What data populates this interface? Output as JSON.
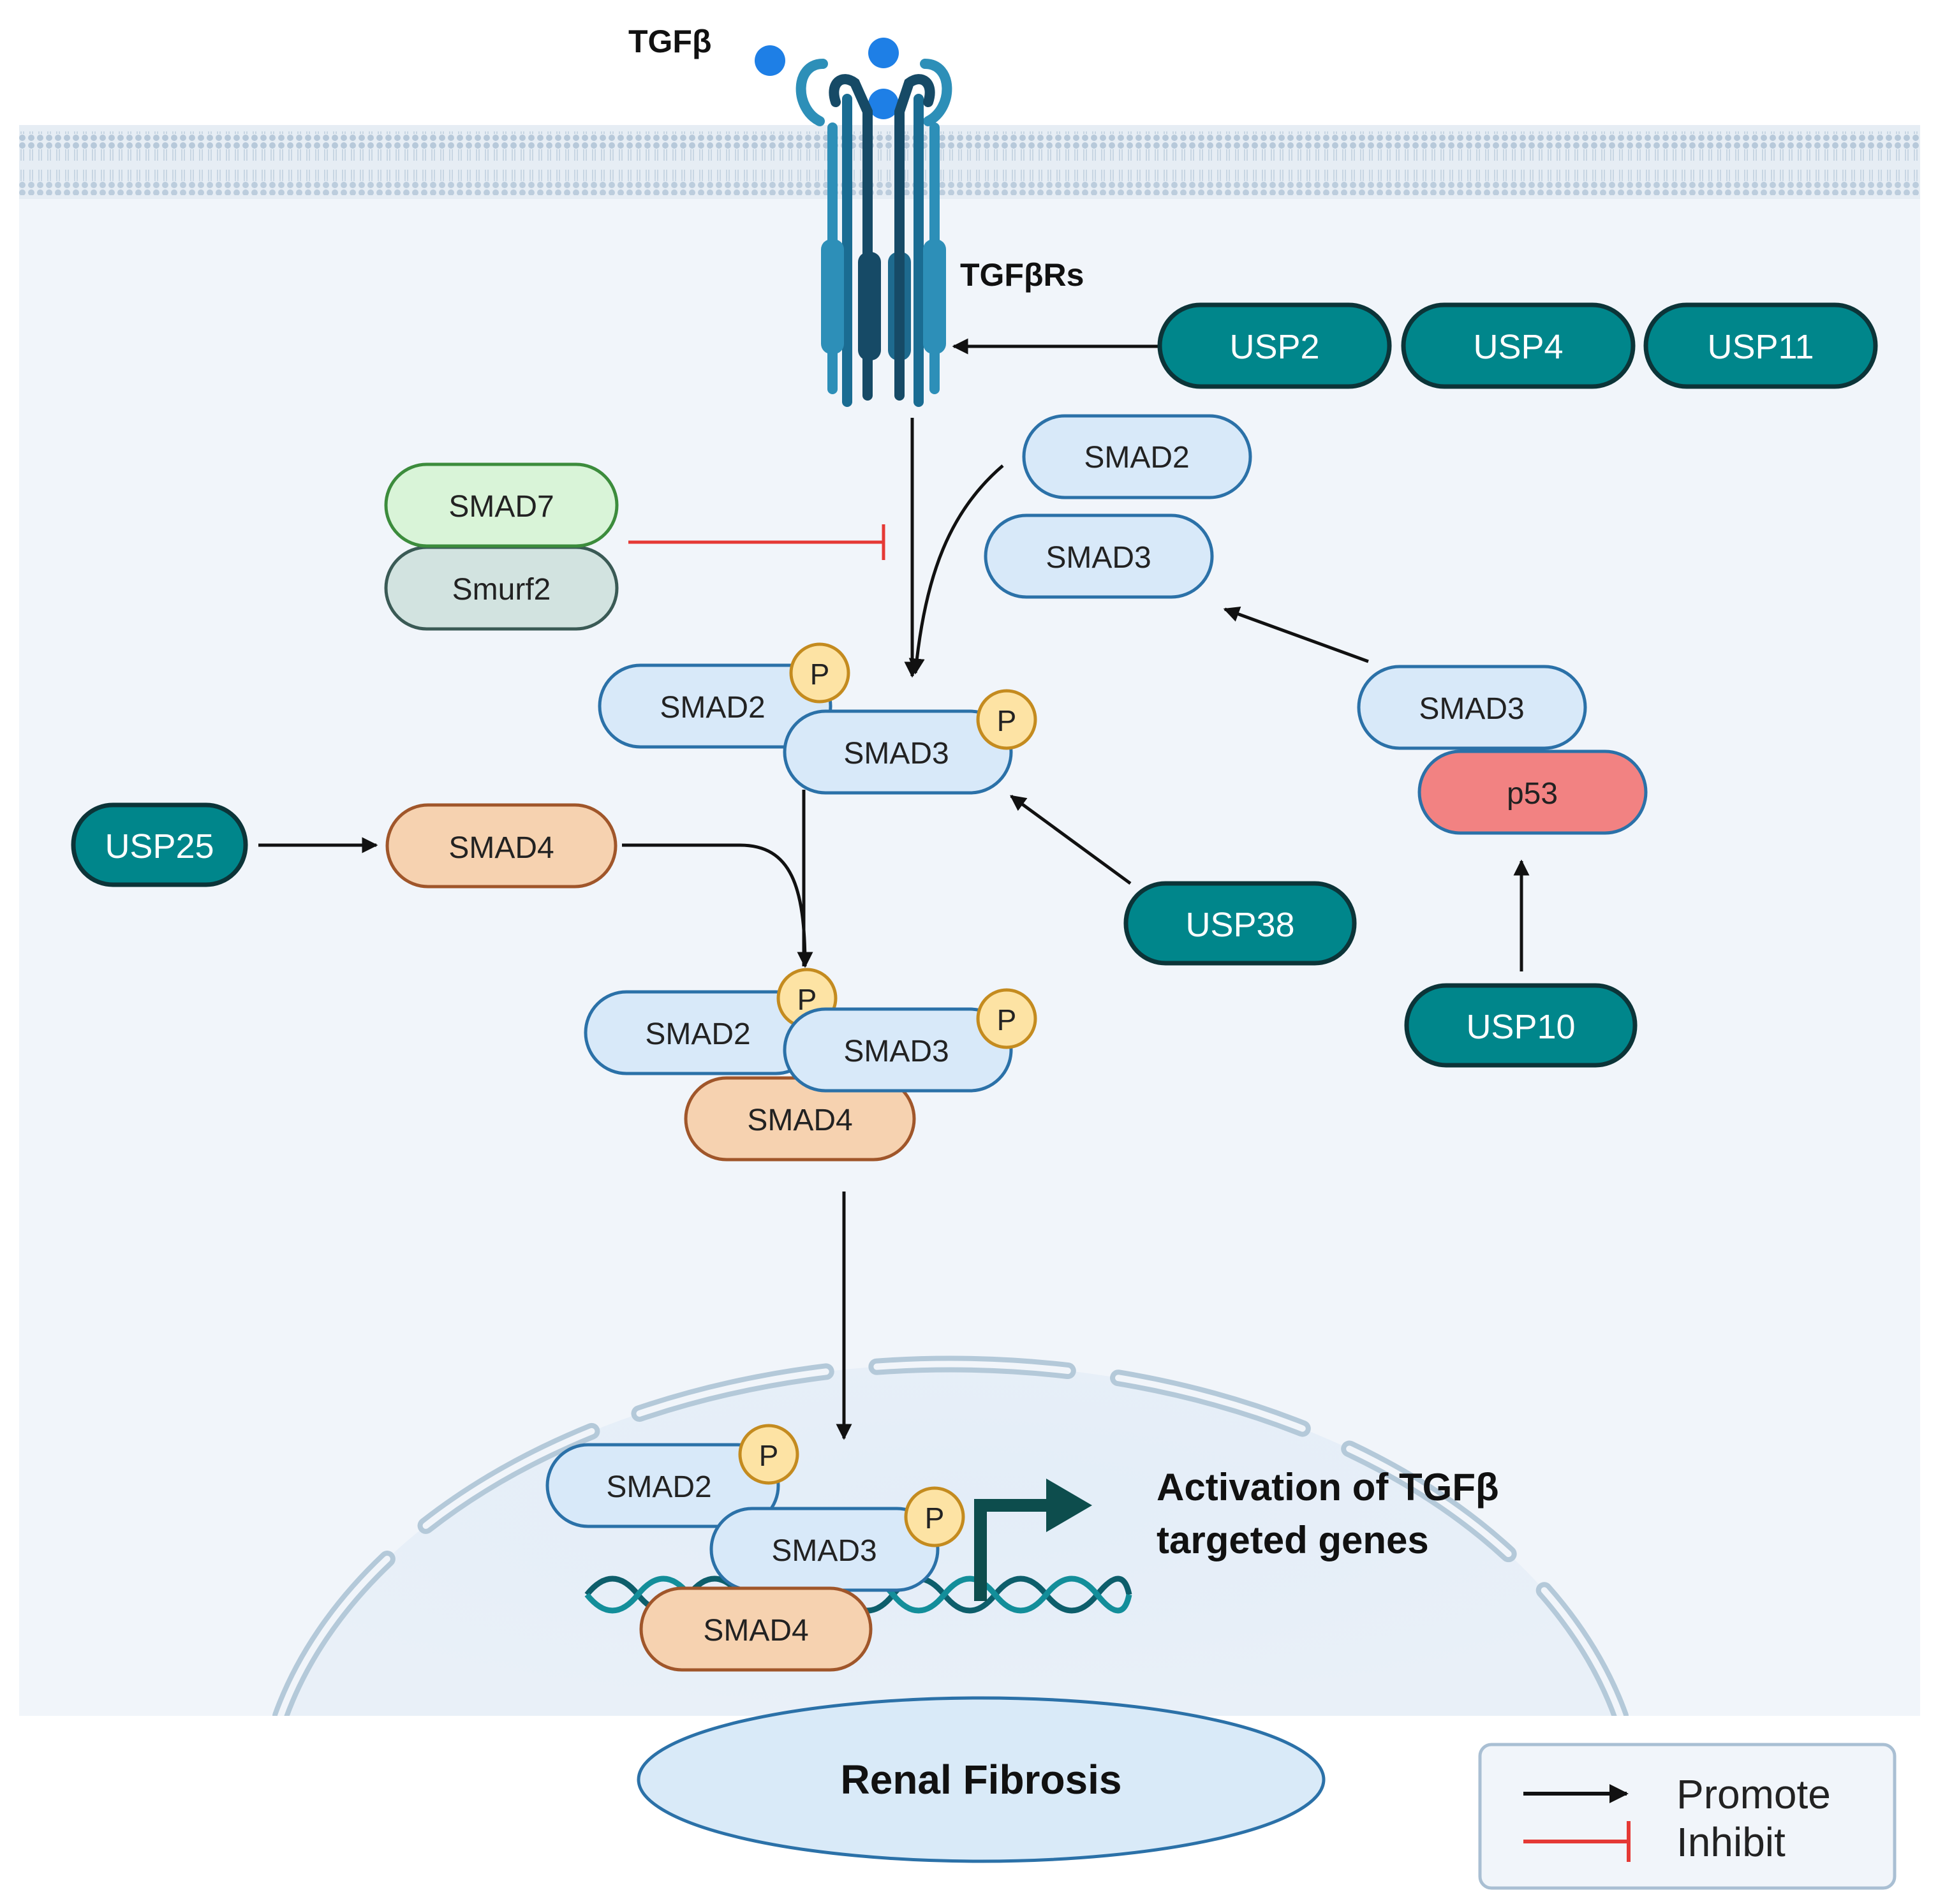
{
  "ligand": {
    "label": "TGFβ"
  },
  "receptor": {
    "label": "TGFβRs"
  },
  "dubs": {
    "usp2": "USP2",
    "usp4": "USP4",
    "usp11": "USP11",
    "usp25": "USP25",
    "usp38": "USP38",
    "usp10": "USP10"
  },
  "inhibitors": {
    "smad7": "SMAD7",
    "smurf2": "Smurf2"
  },
  "free_smads": {
    "smad2": "SMAD2",
    "smad3": "SMAD3"
  },
  "phospho_complex": {
    "smad2": "SMAD2",
    "smad3": "SMAD3",
    "p1": "P",
    "p2": "P"
  },
  "smad4_free": "SMAD4",
  "trimer": {
    "smad2": "SMAD2",
    "smad3": "SMAD3",
    "smad4": "SMAD4",
    "p1": "P",
    "p2": "P"
  },
  "p53_complex": {
    "smad3": "SMAD3",
    "p53": "p53"
  },
  "nuclear_complex": {
    "smad2": "SMAD2",
    "smad3": "SMAD3",
    "smad4": "SMAD4",
    "p1": "P",
    "p2": "P"
  },
  "activation": {
    "line1": "Activation of TGFβ",
    "line2": "targeted genes"
  },
  "outcome": "Renal Fibrosis",
  "legend": {
    "promote": "Promote",
    "inhibit": "Inhibit"
  },
  "colors": {
    "teal": "#00868B",
    "teal_dark": "#0C3438",
    "smad_light": "#D8E9F9",
    "smad_border": "#2B71A8",
    "smad4_fill": "#F6D2B0",
    "smad4_border": "#A0562A",
    "smad7_fill": "#D9F4D8",
    "smad7_border": "#3C8C3C",
    "smurf2_fill": "#D2E3E0",
    "p53_fill": "#F28282",
    "phospho_fill": "#FDE3A4",
    "phospho_border": "#C48B1F",
    "inhibit_red": "#E53935"
  }
}
